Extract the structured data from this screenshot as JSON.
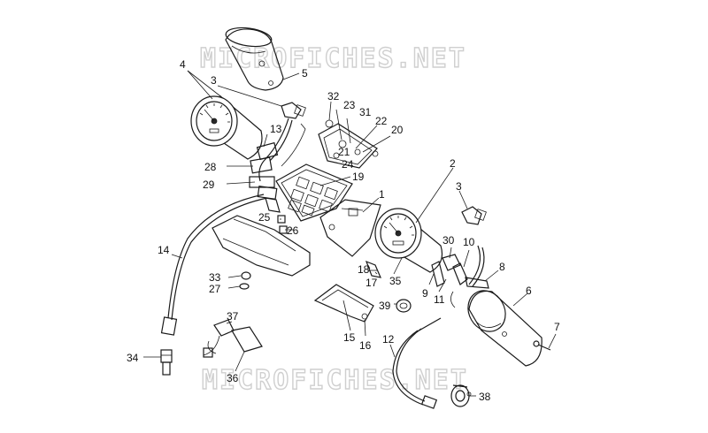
{
  "watermark": {
    "top": "MICROFICHES.NET",
    "bottom": "MICROFICHES.NET"
  },
  "callouts": [
    {
      "id": "4",
      "text": "4"
    },
    {
      "id": "5",
      "text": "5"
    },
    {
      "id": "3a",
      "text": "3"
    },
    {
      "id": "13",
      "text": "13"
    },
    {
      "id": "28",
      "text": "28"
    },
    {
      "id": "29",
      "text": "29"
    },
    {
      "id": "32",
      "text": "32"
    },
    {
      "id": "23",
      "text": "23"
    },
    {
      "id": "31",
      "text": "31"
    },
    {
      "id": "22",
      "text": "22"
    },
    {
      "id": "20",
      "text": "20"
    },
    {
      "id": "21",
      "text": "21"
    },
    {
      "id": "24",
      "text": "24"
    },
    {
      "id": "19",
      "text": "19"
    },
    {
      "id": "1",
      "text": "1"
    },
    {
      "id": "2",
      "text": "2"
    },
    {
      "id": "3b",
      "text": "3"
    },
    {
      "id": "25",
      "text": "25"
    },
    {
      "id": "26",
      "text": "26"
    },
    {
      "id": "14",
      "text": "14"
    },
    {
      "id": "33",
      "text": "33"
    },
    {
      "id": "27",
      "text": "27"
    },
    {
      "id": "18",
      "text": "18"
    },
    {
      "id": "17",
      "text": "17"
    },
    {
      "id": "35",
      "text": "35"
    },
    {
      "id": "9",
      "text": "9"
    },
    {
      "id": "11",
      "text": "11"
    },
    {
      "id": "30",
      "text": "30"
    },
    {
      "id": "10",
      "text": "10"
    },
    {
      "id": "8",
      "text": "8"
    },
    {
      "id": "6",
      "text": "6"
    },
    {
      "id": "39",
      "text": "39"
    },
    {
      "id": "37",
      "text": "37"
    },
    {
      "id": "15",
      "text": "15"
    },
    {
      "id": "16",
      "text": "16"
    },
    {
      "id": "12",
      "text": "12"
    },
    {
      "id": "7",
      "text": "7"
    },
    {
      "id": "34",
      "text": "34"
    },
    {
      "id": "36",
      "text": "36"
    },
    {
      "id": "38",
      "text": "38"
    }
  ]
}
